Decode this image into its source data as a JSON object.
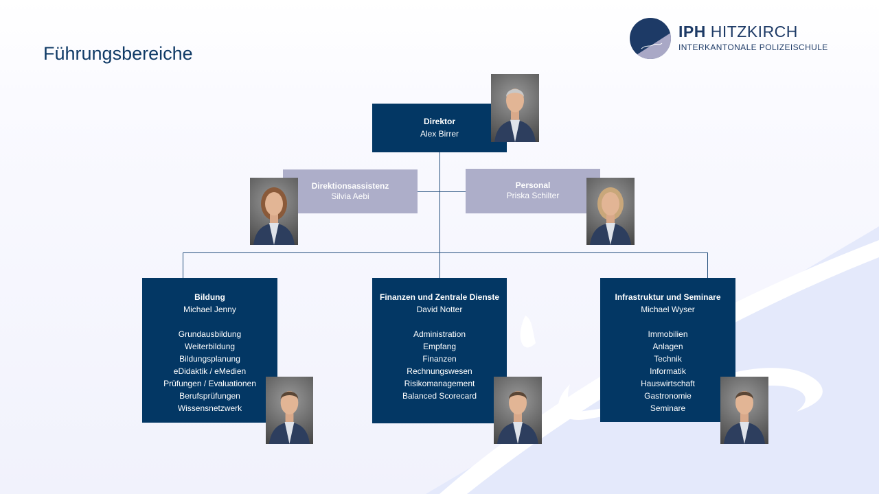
{
  "page": {
    "title": "Führungsbereiche"
  },
  "logo": {
    "bold": "IPH",
    "name": "HITZKIRCH",
    "subtitle": "INTERKANTONALE POLIZEISCHULE",
    "mark": "ish"
  },
  "colors": {
    "dark_box": "#033764",
    "light_box": "#adaec9",
    "title": "#0f3a66"
  },
  "director": {
    "role": "Direktor",
    "name": "Alex Birrer"
  },
  "staff": [
    {
      "role": "Direktionsassistenz",
      "name": "Silvia Aebi"
    },
    {
      "role": "Personal",
      "name": "Priska Schilter"
    }
  ],
  "departments": [
    {
      "role": "Bildung",
      "name": "Michael Jenny",
      "items": [
        "Grundausbildung",
        "Weiterbildung",
        "Bildungsplanung",
        "eDidaktik / eMedien",
        "Prüfungen / Evaluationen",
        "Berufsprüfungen",
        "Wissensnetzwerk"
      ]
    },
    {
      "role": "Finanzen und Zentrale Dienste",
      "name": "David Notter",
      "items": [
        "Administration",
        "Empfang",
        "Finanzen",
        "Rechnungswesen",
        "Risikomanagement",
        "Balanced Scorecard"
      ]
    },
    {
      "role": "Infrastruktur und Seminare",
      "name": "Michael Wyser",
      "items": [
        "Immobilien",
        "Anlagen",
        "Technik",
        "Informatik",
        "Hauswirtschaft",
        "Gastronomie",
        "Seminare"
      ]
    }
  ]
}
